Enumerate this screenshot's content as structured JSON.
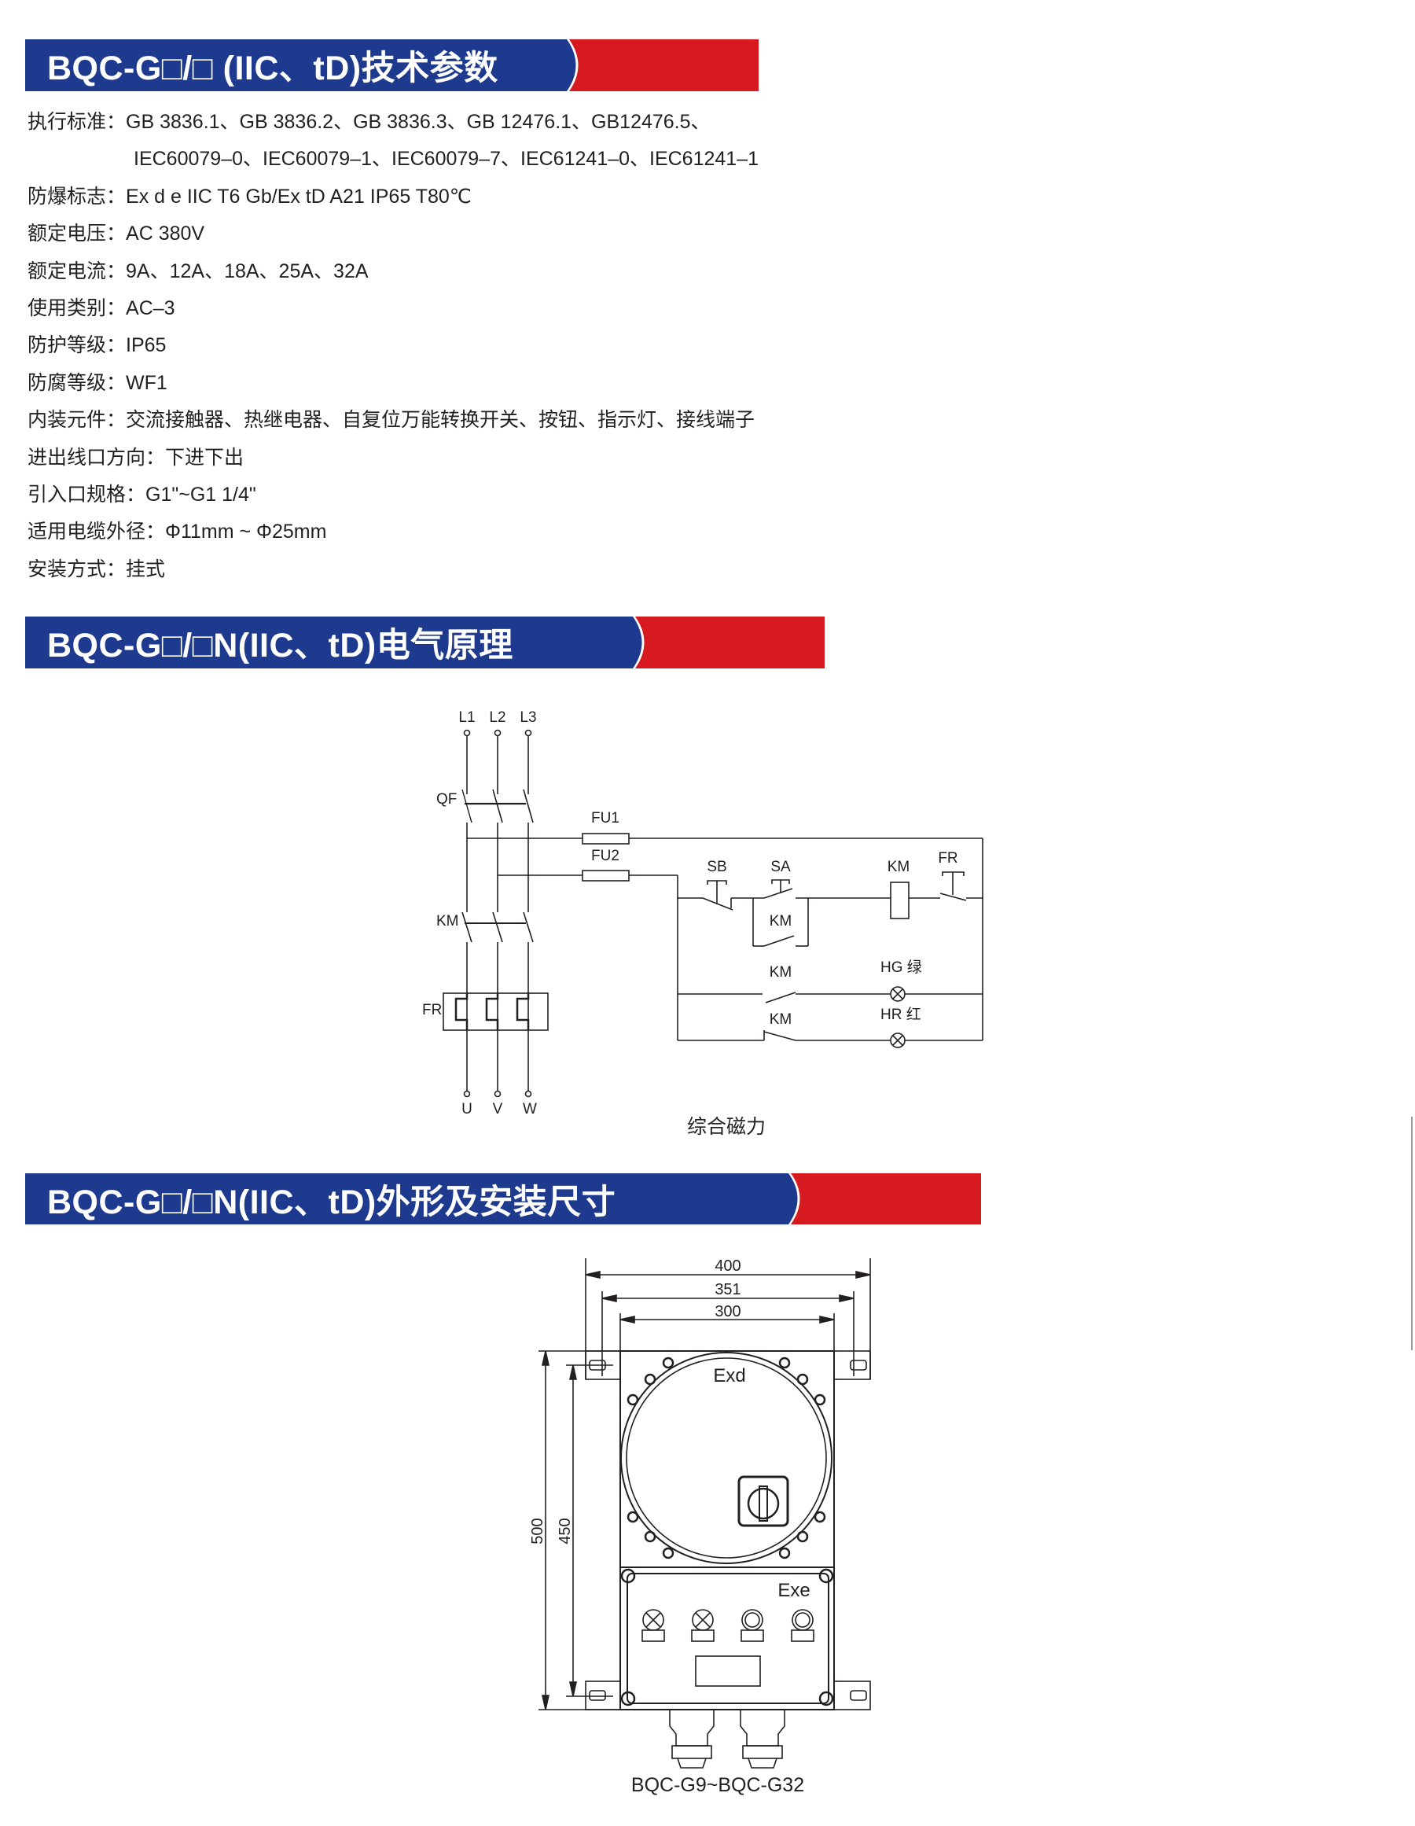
{
  "colors": {
    "header_blue": "#1e3a8f",
    "header_red": "#d71920",
    "text": "#231f20"
  },
  "sections": {
    "specs_title": "BQC-G□/□ (IIC、tD)技术参数",
    "schematic_title": "BQC-G□/□N(IIC、tD)电气原理",
    "dimensions_title": "BQC-G□/□N(IIC、tD)外形及安装尺寸"
  },
  "specs": [
    {
      "label": "执行标准：",
      "value": "GB 3836.1、GB 3836.2、GB 3836.3、GB 12476.1、GB12476.5、",
      "value2": "IEC60079–0、IEC60079–1、IEC60079–7、IEC61241–0、IEC61241–1"
    },
    {
      "label": "防爆标志：",
      "value": "Ex d e IIC T6 Gb/Ex tD A21 IP65 T80℃"
    },
    {
      "label": "额定电压：",
      "value": "AC 380V"
    },
    {
      "label": "额定电流：",
      "value": "9A、12A、18A、25A、32A"
    },
    {
      "label": "使用类别：",
      "value": "AC–3"
    },
    {
      "label": "防护等级：",
      "value": "IP65"
    },
    {
      "label": "防腐等级：",
      "value": "WF1"
    },
    {
      "label": "内装元件：",
      "value": "交流接触器、热继电器、自复位万能转换开关、按钮、指示灯、接线端子"
    },
    {
      "label": "进出线口方向：",
      "value": "下进下出"
    },
    {
      "label": "引入口规格：",
      "value": "G1\"~G1 1/4\""
    },
    {
      "label": "适用电缆外径：",
      "value": "Φ11mm ~ Φ25mm"
    },
    {
      "label": "安装方式：",
      "value": "挂式"
    }
  ],
  "schematic": {
    "phases": [
      "L1",
      "L2",
      "L3"
    ],
    "outputs": [
      "U",
      "V",
      "W"
    ],
    "qf": "QF",
    "km": "KM",
    "fr": "FR",
    "fu1": "FU1",
    "fu2": "FU2",
    "sb": "SB",
    "sa": "SA",
    "km_coil": "KM",
    "fr_contact": "FR",
    "km_aux": "KM",
    "km_hg": "KM",
    "hg": "HG 绿",
    "km_hr": "KM",
    "hr": "HR 红",
    "caption": "综合磁力"
  },
  "dimensions": {
    "width_outer": "400",
    "width_mount": "351",
    "width_body": "300",
    "height_outer": "500",
    "height_mount": "450",
    "exd": "Exd",
    "exe": "Exe",
    "caption": "BQC-G9~BQC-G32"
  }
}
